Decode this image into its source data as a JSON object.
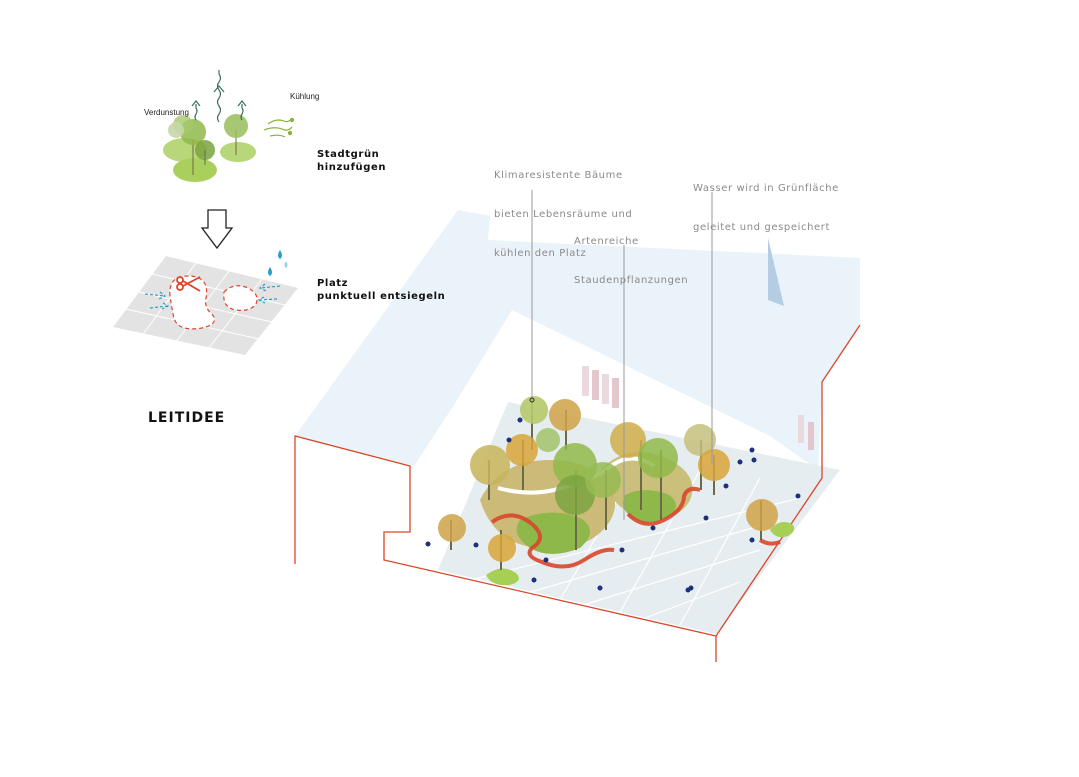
{
  "concept": {
    "title": "LEITIDEE",
    "step1": {
      "line1": "Stadtgrün",
      "line2": "hinzufügen",
      "label_evaporation": "Verdunstung",
      "label_cooling": "Kühlung"
    },
    "step2": {
      "line1": "Platz",
      "line2": "punktuell entsiegeln"
    }
  },
  "annotations": [
    {
      "line1": "Klimaresistente Bäume",
      "line2": "bieten Lebensräume und",
      "line3": "kühlen den Platz"
    },
    {
      "line1": "Artenreiche",
      "line2": "Staudenpflanzungen"
    },
    {
      "line1": "Wasser wird in Grünfläche",
      "line2": "geleitet und gespeichert"
    }
  ],
  "colors": {
    "outline_red": "#d9472b",
    "tree_green": "#8fb84a",
    "tree_autumn": "#d8a43a",
    "paving": "#e6edf1",
    "building_blue": "#eaf3f9",
    "people": "#1f2f7a",
    "arrow_teal": "#2a9fc7"
  }
}
